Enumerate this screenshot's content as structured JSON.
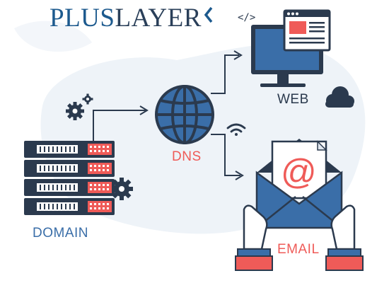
{
  "logo": {
    "part1": "PLUS",
    "part2": "LAYER"
  },
  "labels": {
    "web": "WEB",
    "dns": "DNS",
    "domain": "DOMAIN",
    "email": "EMAIL"
  },
  "code_tag": "</>",
  "at_symbol": "@",
  "colors": {
    "navy": "#2b3a4e",
    "blue": "#3a6ea8",
    "coral": "#ef5b58",
    "background_blob": "#eef3f8"
  }
}
